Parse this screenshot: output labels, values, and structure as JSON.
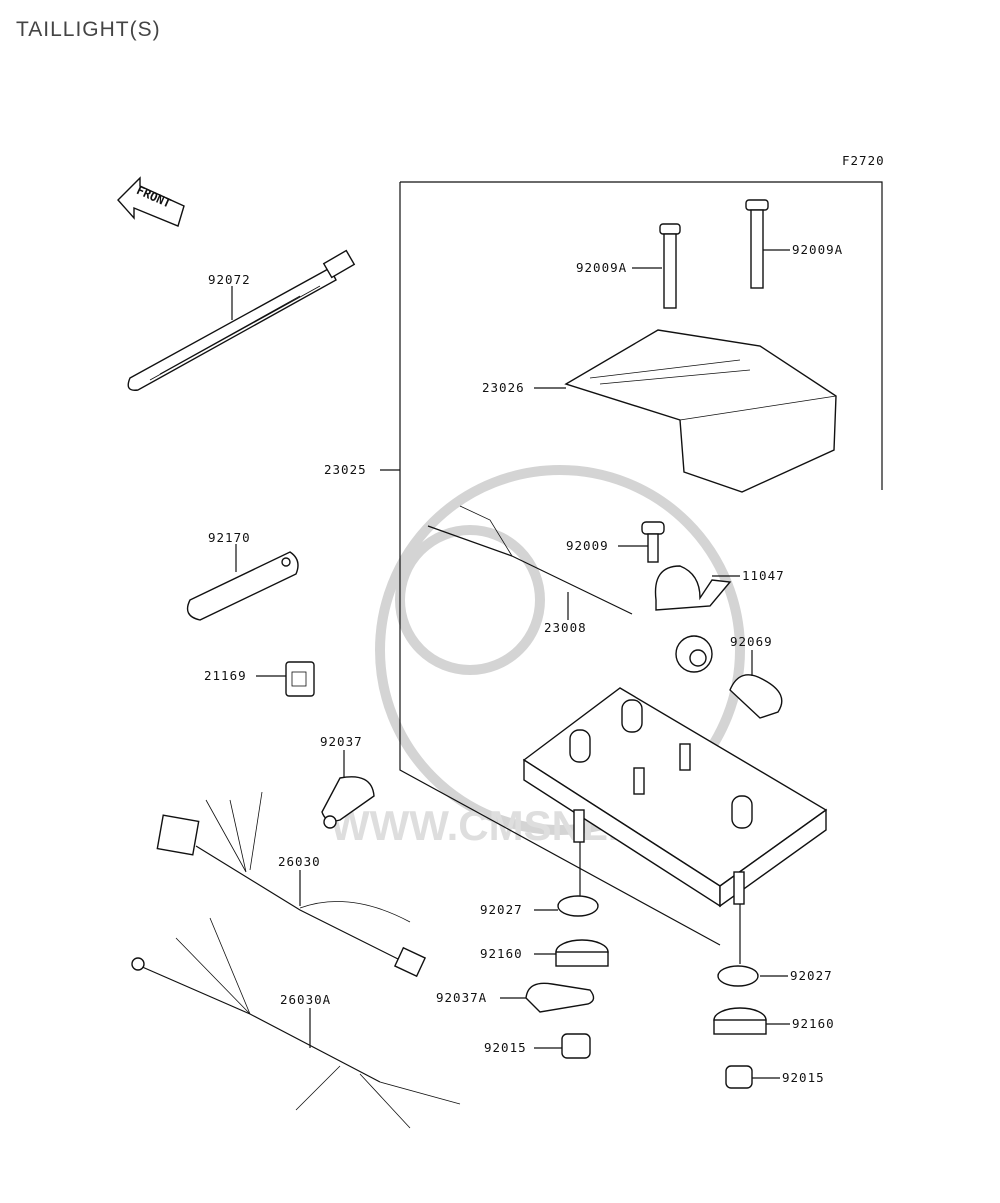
{
  "page": {
    "title": "TAILLIGHT(S)"
  },
  "diagram": {
    "figure_code": "F2720",
    "front_arrow_text": "FRONT",
    "watermark_text": "WWW.CMSNL.COM",
    "parts": [
      {
        "id": "92072",
        "label": "92072"
      },
      {
        "id": "92170",
        "label": "92170"
      },
      {
        "id": "21169",
        "label": "21169"
      },
      {
        "id": "92037",
        "label": "92037"
      },
      {
        "id": "26030",
        "label": "26030"
      },
      {
        "id": "26030A",
        "label": "26030A"
      },
      {
        "id": "23025",
        "label": "23025"
      },
      {
        "id": "92009A-left",
        "label": "92009A"
      },
      {
        "id": "92009A-right",
        "label": "92009A"
      },
      {
        "id": "23026",
        "label": "23026"
      },
      {
        "id": "92009",
        "label": "92009"
      },
      {
        "id": "11047",
        "label": "11047"
      },
      {
        "id": "23008",
        "label": "23008"
      },
      {
        "id": "92069",
        "label": "92069"
      },
      {
        "id": "92027-left",
        "label": "92027"
      },
      {
        "id": "92160-left",
        "label": "92160"
      },
      {
        "id": "92037A",
        "label": "92037A"
      },
      {
        "id": "92015-left",
        "label": "92015"
      },
      {
        "id": "92027-right",
        "label": "92027"
      },
      {
        "id": "92160-right",
        "label": "92160"
      },
      {
        "id": "92015-right",
        "label": "92015"
      }
    ]
  }
}
